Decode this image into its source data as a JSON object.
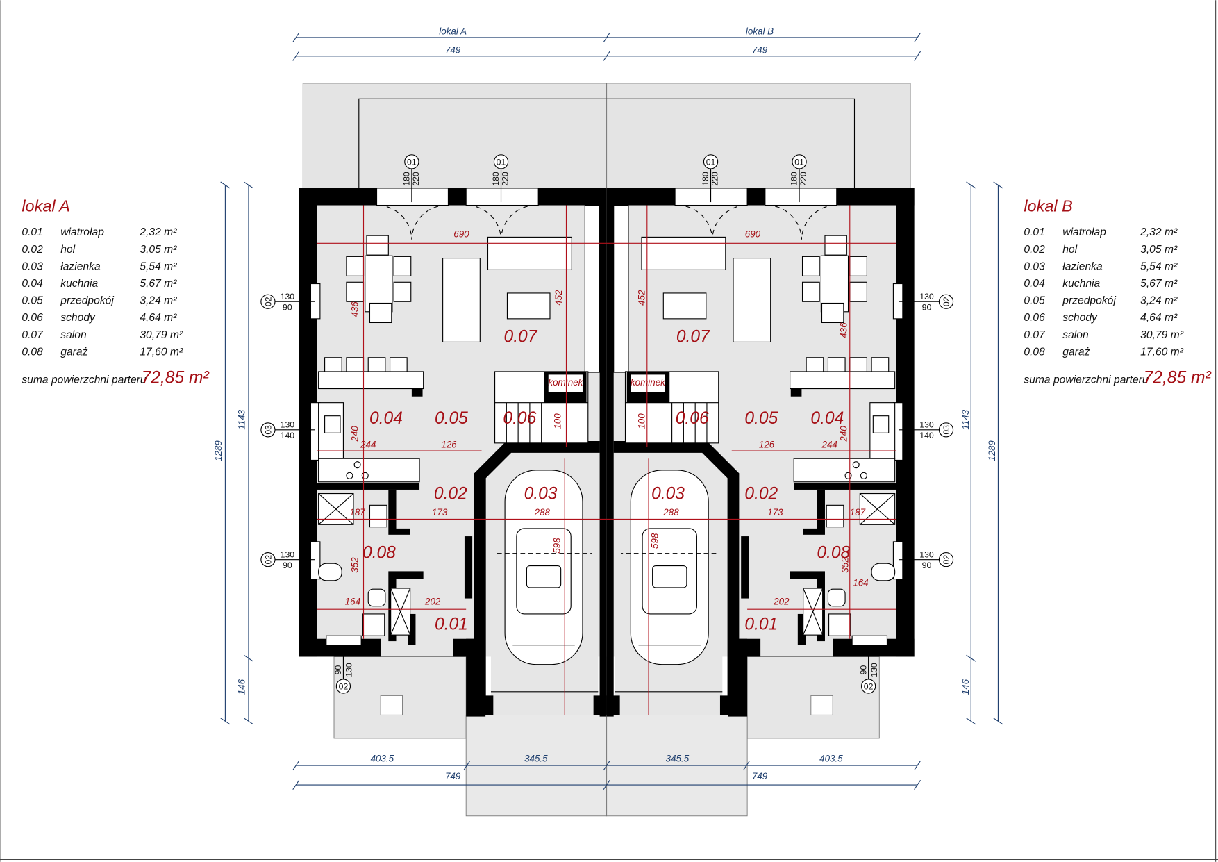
{
  "top_dims": {
    "label_a": "lokal A",
    "label_b": "lokal B",
    "width_a": "749",
    "width_b": "749"
  },
  "bottom_dims": {
    "seg1": "403.5",
    "seg2": "345.5",
    "seg3": "345.5",
    "seg4": "403.5",
    "width_a": "749",
    "width_b": "749"
  },
  "side_dims": {
    "left_total": "1289",
    "left_main": "1143",
    "left_extra": "146",
    "right_total": "1289",
    "right_main": "1143",
    "right_extra": "146"
  },
  "legend_a": {
    "title": "lokal A",
    "rows": [
      {
        "no": "0.01",
        "name": "wiatrołap",
        "area": "2,32 m²"
      },
      {
        "no": "0.02",
        "name": "hol",
        "area": "3,05 m²"
      },
      {
        "no": "0.03",
        "name": "łazienka",
        "area": "5,54 m²"
      },
      {
        "no": "0.04",
        "name": "kuchnia",
        "area": "5,67 m²"
      },
      {
        "no": "0.05",
        "name": "przedpokój",
        "area": "3,24 m²"
      },
      {
        "no": "0.06",
        "name": "schody",
        "area": "4,64 m²"
      },
      {
        "no": "0.07",
        "name": "salon",
        "area": "30,79 m²"
      },
      {
        "no": "0.08",
        "name": "garaż",
        "area": "17,60 m²"
      }
    ],
    "sum_label": "suma powierzchni parteru",
    "sum_value": "72,85 m²"
  },
  "legend_b": {
    "title": "lokal B",
    "rows": [
      {
        "no": "0.01",
        "name": "wiatrołap",
        "area": "2,32 m²"
      },
      {
        "no": "0.02",
        "name": "hol",
        "area": "3,05 m²"
      },
      {
        "no": "0.03",
        "name": "łazienka",
        "area": "5,54 m²"
      },
      {
        "no": "0.04",
        "name": "kuchnia",
        "area": "5,67 m²"
      },
      {
        "no": "0.05",
        "name": "przedpokój",
        "area": "3,24 m²"
      },
      {
        "no": "0.06",
        "name": "schody",
        "area": "4,64 m²"
      },
      {
        "no": "0.07",
        "name": "salon",
        "area": "30,79 m²"
      },
      {
        "no": "0.08",
        "name": "garaż",
        "area": "17,60 m²"
      }
    ],
    "sum_label": "suma powierzchni parteru",
    "sum_value": "72,85 m²"
  },
  "rooms_a": {
    "r07": "0.07",
    "r04": "0.04",
    "r05": "0.05",
    "r06": "0.06",
    "r02": "0.02",
    "r03": "0.03",
    "r08": "0.08",
    "r01": "0.01"
  },
  "rooms_b": {
    "r07": "0.07",
    "r04": "0.04",
    "r05": "0.05",
    "r06": "0.06",
    "r02": "0.02",
    "r03": "0.03",
    "r08": "0.08",
    "r01": "0.01"
  },
  "inner_dims_a": {
    "d690": "690",
    "d436": "436",
    "d452": "452",
    "d240": "240",
    "d244": "244",
    "d126": "126",
    "d100": "100",
    "d187": "187",
    "d173": "173",
    "d288": "288",
    "d598": "598",
    "d352": "352",
    "d164": "164",
    "d202": "202"
  },
  "inner_dims_b": {
    "d690": "690",
    "d436": "436",
    "d452": "452",
    "d240": "240",
    "d244": "244",
    "d126": "126",
    "d100": "100",
    "d187": "187",
    "d173": "173",
    "d288": "288",
    "d598": "598",
    "d352": "352",
    "d164": "164",
    "d202": "202"
  },
  "chimney": {
    "a": "kominek",
    "b": "kominek"
  },
  "windows": {
    "w01": {
      "tag": "01",
      "h1": "180",
      "h2": "220"
    },
    "w02": {
      "tag": "02",
      "h1": "130",
      "h2": "90"
    },
    "w03": {
      "tag": "03",
      "h1": "130",
      "h2": "140"
    },
    "w02b": {
      "tag": "02",
      "h1": "90",
      "h2": "130"
    }
  }
}
